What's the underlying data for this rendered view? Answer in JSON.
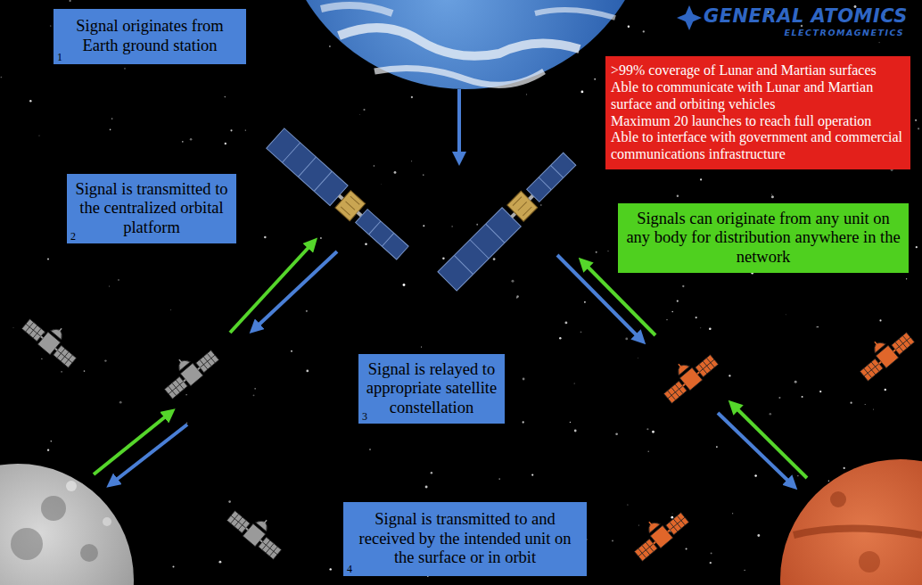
{
  "diagram": {
    "nodes": [
      {
        "text": [
          "Signal originates from Earth ground station",
          "1"
        ]
      },
      {
        "text": [
          ">99% coverage of Lunar and Martian surfaces",
          "Able to communicate with Lunar and Martian surface and orbiting vehicles",
          "Maximum 20 launches to reach full operation",
          "Able to interface with government and commercial communications infrastructure"
        ]
      },
      {
        "text": [
          "Signal is transmitted to the centralized orbital platform",
          "2"
        ]
      },
      {
        "text": [
          "Signals can originate from any unit on any body for distribution anywhere in the network"
        ]
      },
      {
        "text": [
          "Signal is relayed to appropriate satellite constellation",
          "3"
        ]
      },
      {
        "text": [
          "Signal is transmitted to and received by the intended unit on the surface or in orbit",
          "4"
        ]
      }
    ],
    "labels": [
      "GENERAL ATOMICS",
      "ELECTROMAGNETICS"
    ]
  }
}
